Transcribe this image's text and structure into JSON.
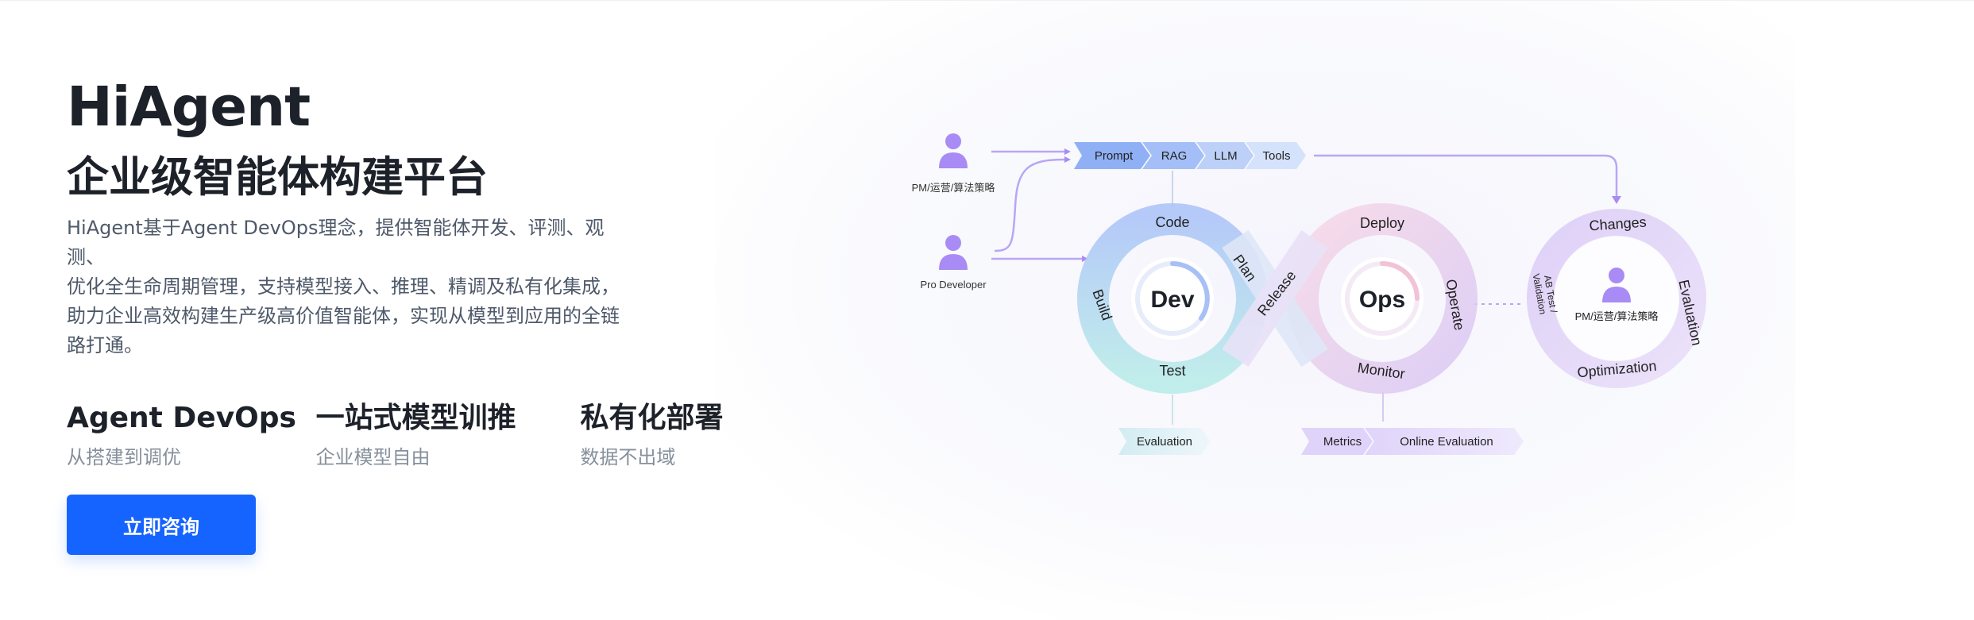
{
  "hero": {
    "title": "HiAgent",
    "subtitle": "企业级智能体构建平台",
    "desc_lines": [
      "HiAgent基于Agent DevOps理念，提供智能体开发、评测、观测、",
      "优化全生命周期管理，支持模型接入、推理、精调及私有化集成，",
      "助力企业高效构建生产级高价值智能体，实现从模型到应用的全链",
      "路打通。"
    ],
    "features": [
      {
        "title": "Agent DevOps",
        "subtitle": "从搭建到调优"
      },
      {
        "title": "一站式模型训推",
        "subtitle": "企业模型自由"
      },
      {
        "title": "私有化部署",
        "subtitle": "数据不出域"
      }
    ],
    "cta_label": "立即咨询"
  },
  "diagram": {
    "roles": {
      "pm": "PM/运营/算法策略",
      "dev": "Pro Developer"
    },
    "pipeline": [
      "Prompt",
      "RAG",
      "LLM",
      "Tools"
    ],
    "loop": {
      "dev": "Dev",
      "ops": "Ops",
      "code": "Code",
      "build": "Build",
      "test": "Test",
      "plan": "Plan",
      "release": "Release",
      "deploy": "Deploy",
      "operate": "Operate",
      "monitor": "Monitor"
    },
    "evaluation": "Evaluation",
    "metrics": "Metrics",
    "online_evaluation": "Online Evaluation",
    "cycle": {
      "changes": "Changes",
      "evaluation": "Evaluation",
      "optimization": "Optimization",
      "ab_test_1": "AB Test /",
      "ab_test_2": "Validation",
      "center_label": "PM/运营/算法策略"
    },
    "colors": {
      "accent": "#1664ff",
      "purple": "#a98bf5",
      "blue": "#7fa6f3",
      "teal": "#9ce0e2",
      "pink": "#f3c8dc"
    }
  }
}
